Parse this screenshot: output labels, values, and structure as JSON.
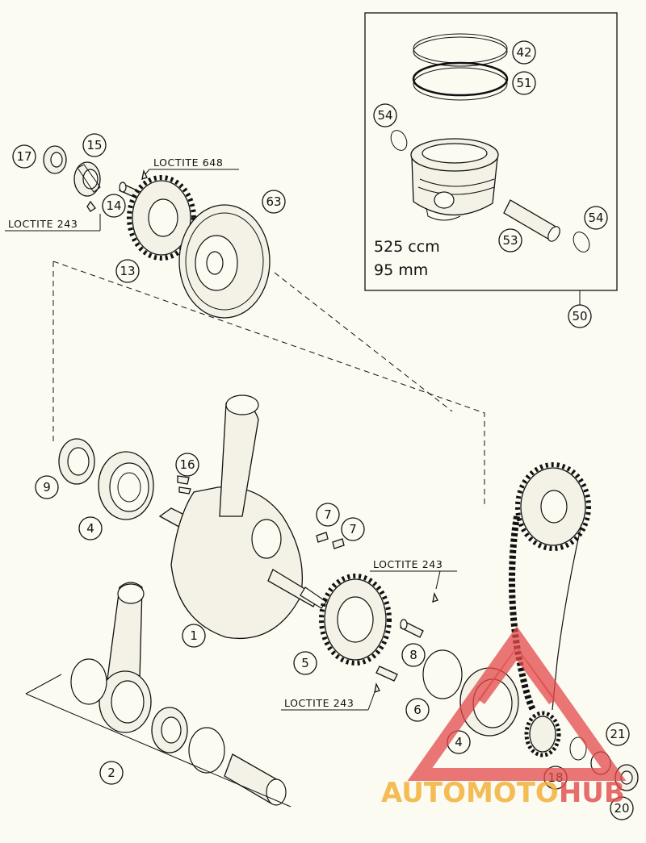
{
  "diagram": {
    "piston_box": {
      "displacement": "525 ccm",
      "bore": "95 mm",
      "callout": "50"
    },
    "sealant_labels": {
      "top_648": "LOCTITE 648",
      "top_243": "LOCTITE 243",
      "gear_243": "LOCTITE 243",
      "bolt_243": "LOCTITE 243"
    },
    "callouts": {
      "c1": "1",
      "c2": "2",
      "c4a": "4",
      "c4b": "4",
      "c5": "5",
      "c6": "6",
      "c7a": "7",
      "c7b": "7",
      "c8": "8",
      "c9": "9",
      "c13": "13",
      "c14": "14",
      "c15": "15",
      "c16": "16",
      "c17": "17",
      "c18": "18",
      "c20": "20",
      "c21": "21",
      "c42": "42",
      "c51": "51",
      "c53": "53",
      "c54a": "54",
      "c54b": "54",
      "c63": "63"
    },
    "watermark": {
      "part_a": "AUTOMOTO",
      "part_b": "HUB",
      "colors": {
        "orange": "#f2b23a",
        "red": "#e34a4a"
      }
    }
  }
}
